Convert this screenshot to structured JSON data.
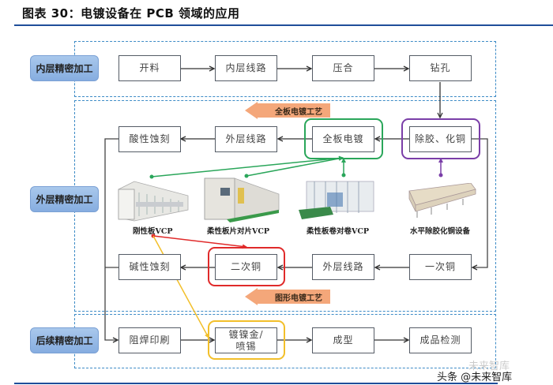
{
  "title": "图表 30：电镀设备在 PCB 领域的应用",
  "sections": [
    {
      "label": "内层精密加工"
    },
    {
      "label": "外层精密加工"
    },
    {
      "label": "后续精密加工"
    }
  ],
  "rows": {
    "inner": [
      "开料",
      "内层线路",
      "压合",
      "钻孔"
    ],
    "outer_top": [
      "酸性蚀刻",
      "外层线路",
      "全板电镀",
      "除胶、化铜"
    ],
    "outer_bottom": [
      "碱性蚀刻",
      "二次铜",
      "外层线路",
      "一次铜"
    ],
    "post": [
      "阻焊印刷",
      "镀镍金/\n喷锡",
      "成型",
      "成品检测"
    ]
  },
  "post_box2_lines": [
    "镀镍金/",
    "喷锡"
  ],
  "process_banners": {
    "panel_plating": "全板电镀工艺",
    "pattern_plating": "图形电镀工艺"
  },
  "equipment": [
    {
      "caption": "刚性板VCP"
    },
    {
      "caption": "柔性板片对片VCP"
    },
    {
      "caption": "柔性板卷对卷VCP"
    },
    {
      "caption": "水平除胶化铜设备"
    }
  ],
  "highlight_colors": {
    "panel_plating": "#2aa65a",
    "desmear_cu": "#7a3ea8",
    "second_cu": "#e02a2a",
    "ni_au": "#f2bf2a"
  },
  "watermark": {
    "line1": "头条 @未来智库",
    "faded": "未来智库"
  }
}
